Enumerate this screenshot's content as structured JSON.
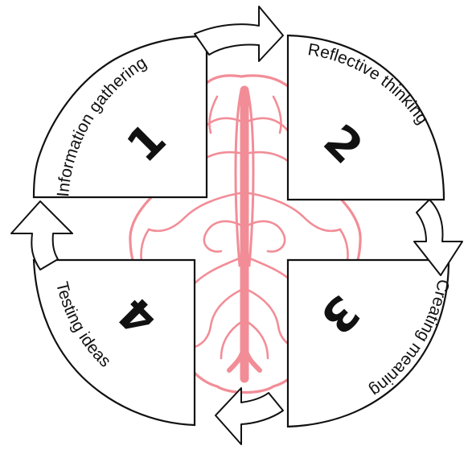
{
  "diagram": {
    "stages": [
      {
        "number": "1",
        "label": "Information gathering"
      },
      {
        "number": "2",
        "label": "Reflective thinking"
      },
      {
        "number": "3",
        "label": "Creating meaning"
      },
      {
        "number": "4",
        "label": "Testing ideas"
      }
    ],
    "colors": {
      "brain": "#f28d97",
      "outline": "#111111",
      "fill": "#ffffff"
    }
  }
}
